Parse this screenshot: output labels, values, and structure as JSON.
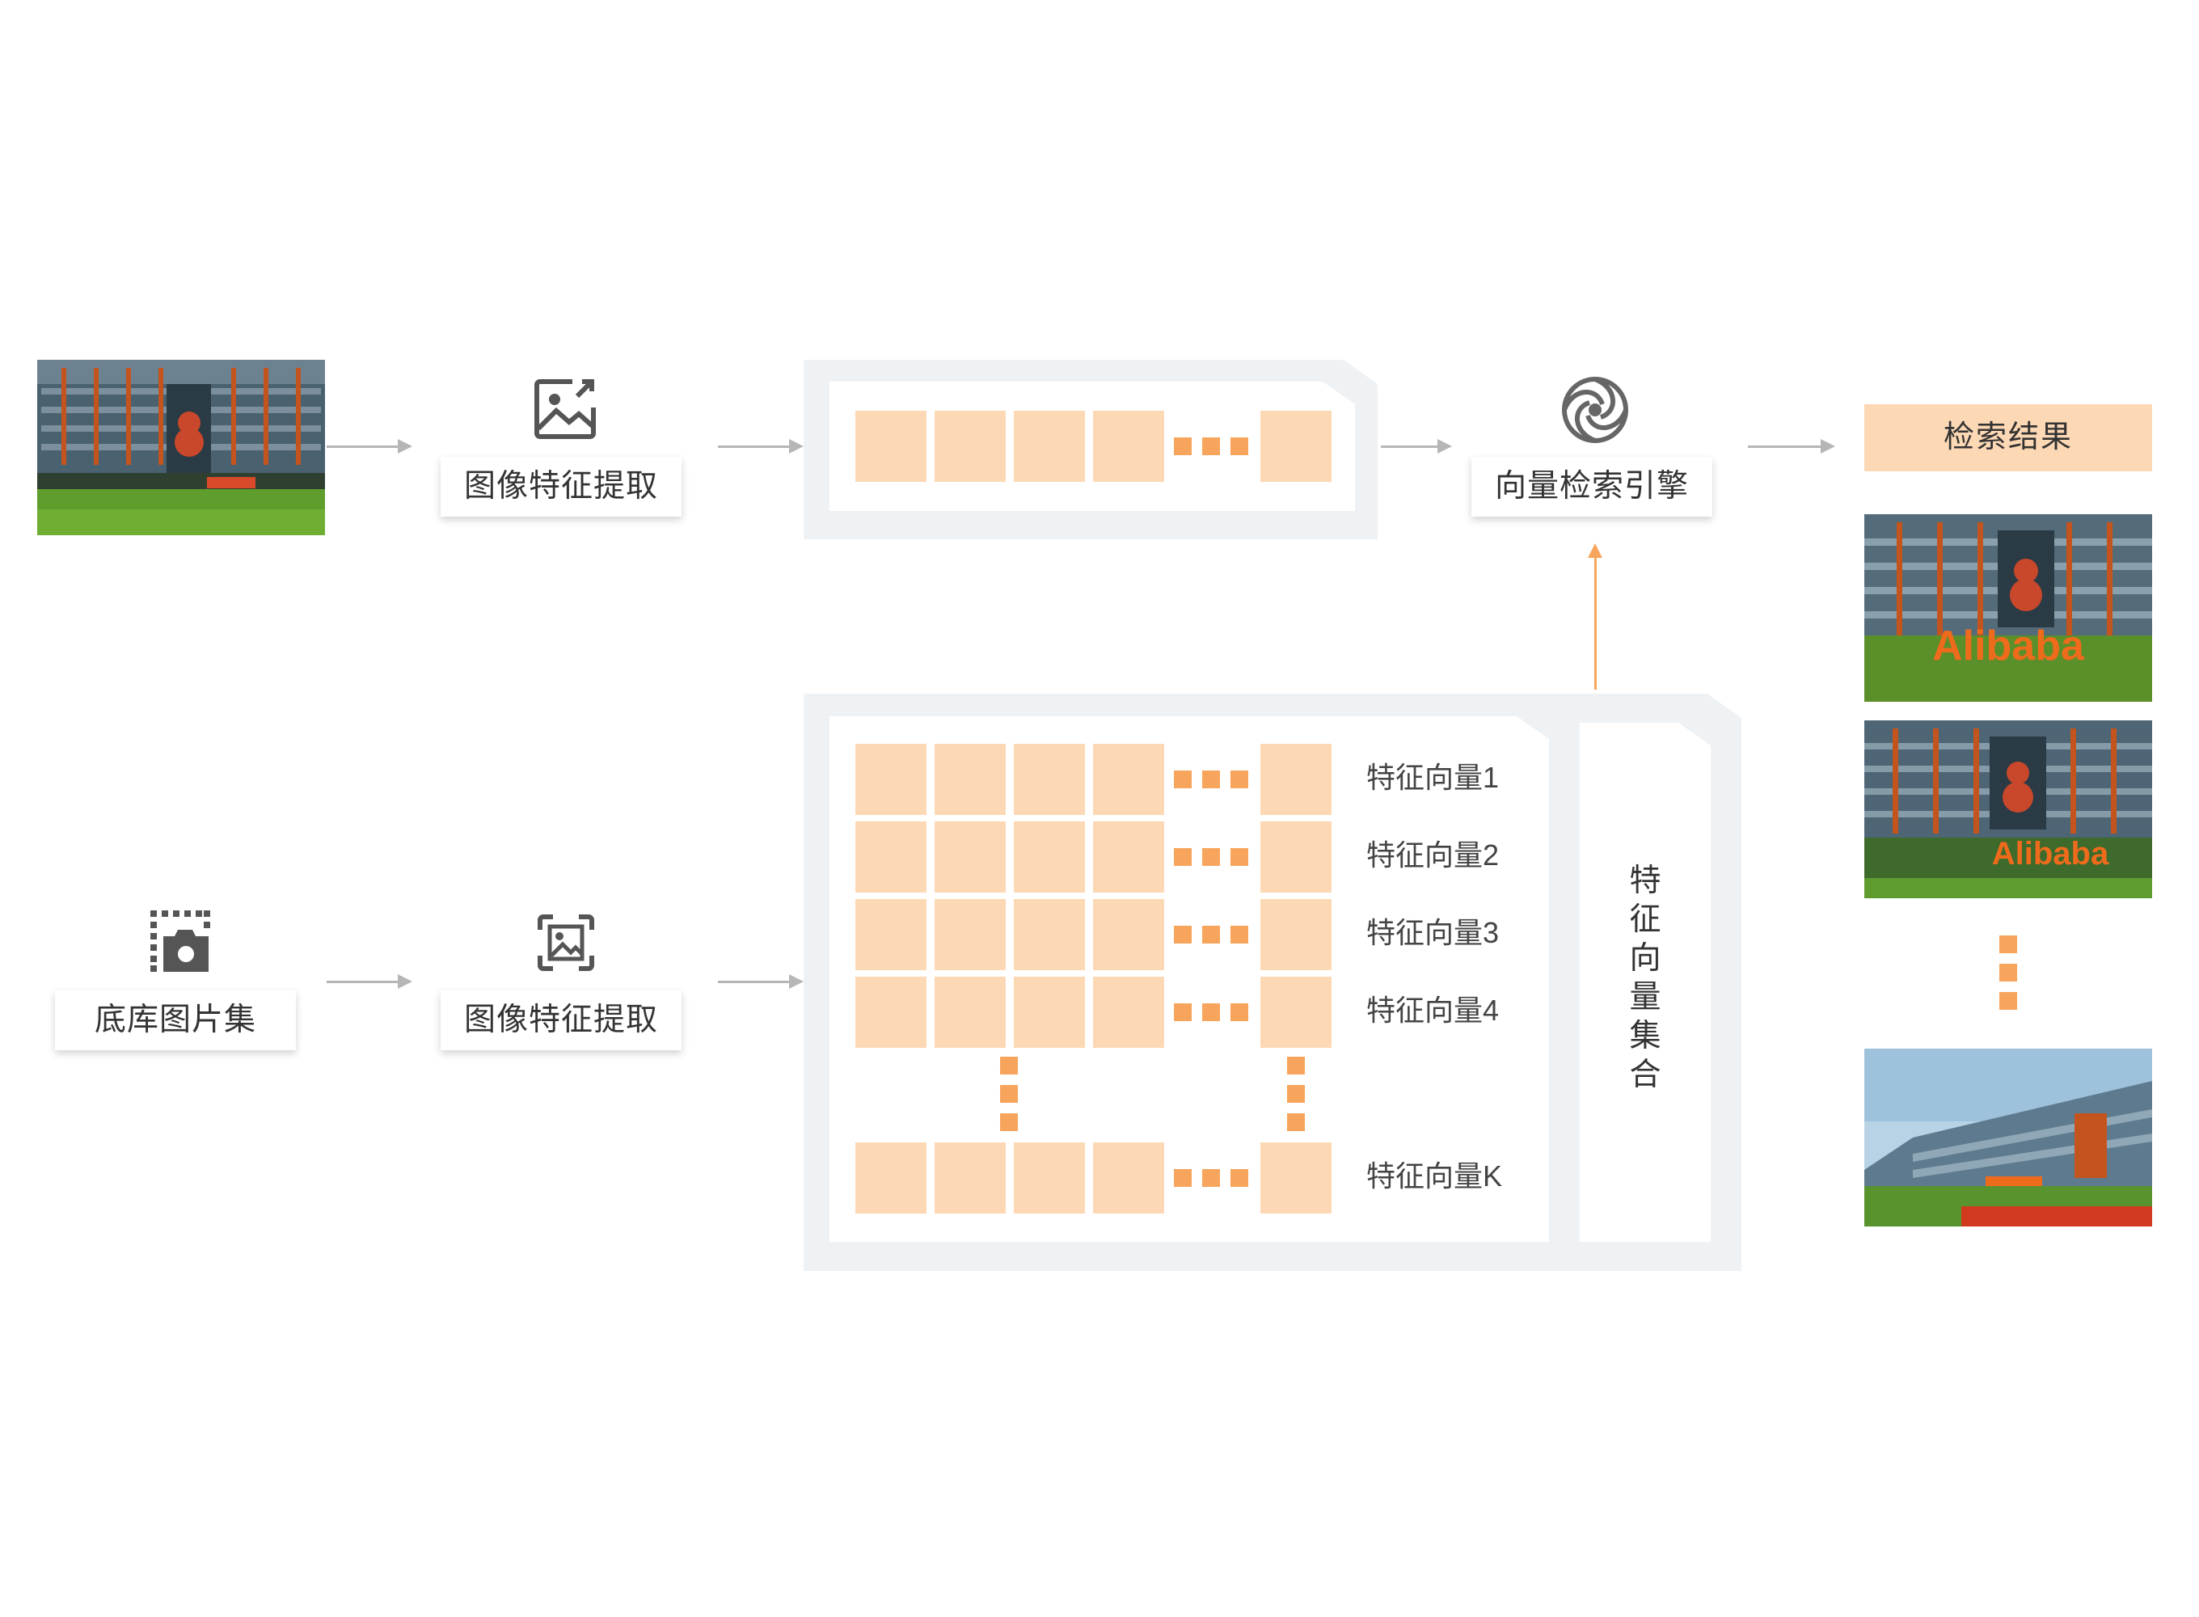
{
  "query": {
    "extract_label": "图像特征提取",
    "extract_icon": "image-edit-icon"
  },
  "engine": {
    "label": "向量检索引擎",
    "icon": "swirl-engine-icon"
  },
  "result": {
    "title": "检索结果"
  },
  "library": {
    "label": "底库图片集",
    "icon": "camera-capture-icon",
    "extract_label": "图像特征提取",
    "extract_icon": "image-scan-icon"
  },
  "vectors": {
    "rows": [
      "特征向量1",
      "特征向量2",
      "特征向量3",
      "特征向量4",
      "特征向量K"
    ],
    "set_label": "特征向量集合"
  },
  "photo_logo_text": "Alibaba",
  "colors": {
    "square": "#fdd8b4",
    "dot": "#f7a55c",
    "panel": "#eff2f5",
    "arrow": "#b6b6b6",
    "accent_arrow": "#f7a55c",
    "result_header": "#fdd8b4"
  }
}
